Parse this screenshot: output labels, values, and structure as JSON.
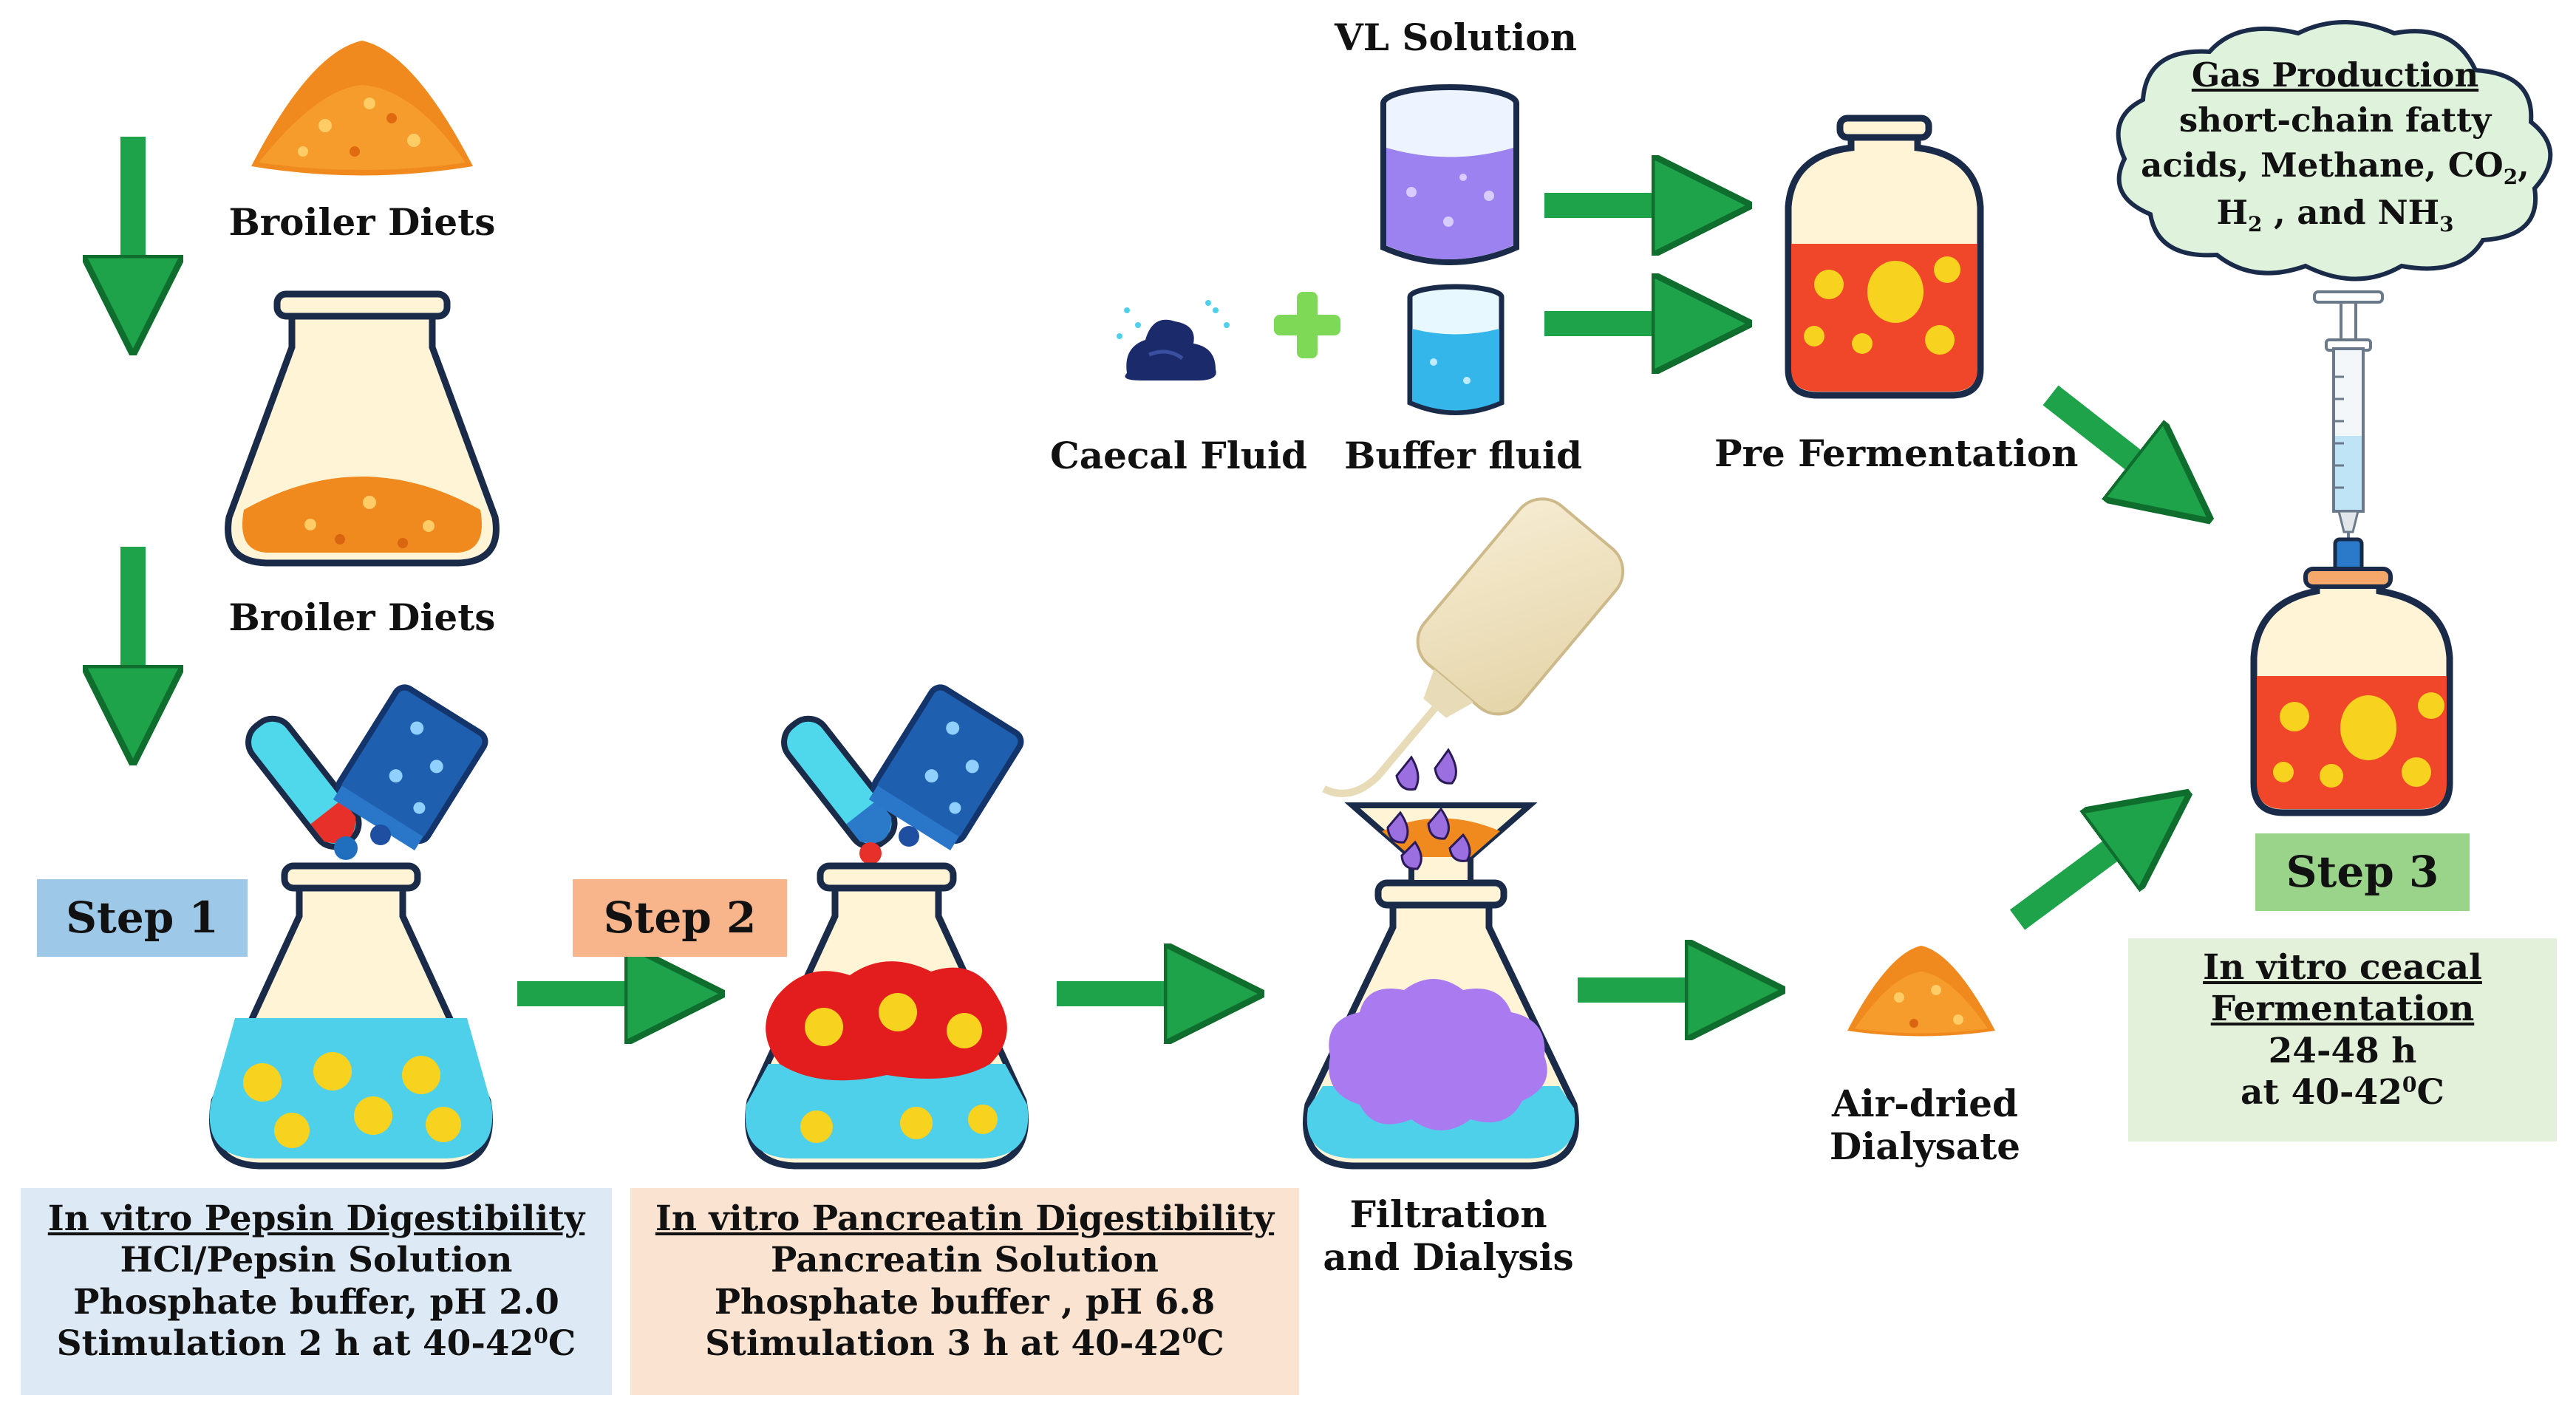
{
  "colors": {
    "arrow": "#1fa34a",
    "liquid_blue": "#4fd0ea",
    "red": "#e8302a",
    "yellow_dot": "#f7d21e",
    "purple": "#a97af0",
    "step1_bg": "#9dc8e8",
    "step2_bg": "#f8b48a",
    "step3_bg": "#9ad38a",
    "box1_bg": "#dde9f4",
    "box2_bg": "#fbe3d2",
    "box3_bg": "#e3f1db",
    "cloud_bg": "#dff2dc"
  },
  "labels": {
    "broiler_diets_1": "Broiler Diets",
    "broiler_diets_2": "Broiler Diets",
    "vl_solution": "VL Solution",
    "caecal_fluid": "Caecal Fluid",
    "buffer_fluid": "Buffer fluid",
    "pre_fermentation": "Pre Fermentation",
    "filtration_1": "Filtration",
    "filtration_2": "and Dialysis",
    "airdried_1": "Air-dried",
    "airdried_2": "Dialysate"
  },
  "steps": {
    "step1": "Step 1",
    "step2": "Step 2",
    "step3": "Step 3"
  },
  "box1": {
    "title": "In vitro Pepsin Digestibility",
    "line1": "HCl/Pepsin Solution",
    "line2": "Phosphate buffer, pH 2.0",
    "line3_pre": "Stimulation 2 h at 40-42",
    "sup": "0",
    "unit": "C"
  },
  "box2": {
    "title": "In vitro Pancreatin Digestibility",
    "line1": "Pancreatin Solution",
    "line2": "Phosphate buffer , pH 6.8",
    "line3_pre": "Stimulation 3 h at 40-42",
    "sup": "0",
    "unit": "C"
  },
  "box3": {
    "title1": "In vitro ceacal",
    "title2": "Fermentation",
    "line1": "24-48 h",
    "line2_pre": "at 40-42",
    "sup": "0",
    "unit": "C"
  },
  "cloud": {
    "title": "Gas Production",
    "line1": "short-chain fatty",
    "line2_pre": "acids, Methane,  CO",
    "co2_sub": "2",
    "line2_post": ",",
    "line3_h": "H",
    "h2_sub": "2",
    "line3_mid": " , and NH",
    "nh3_sub": "3"
  }
}
